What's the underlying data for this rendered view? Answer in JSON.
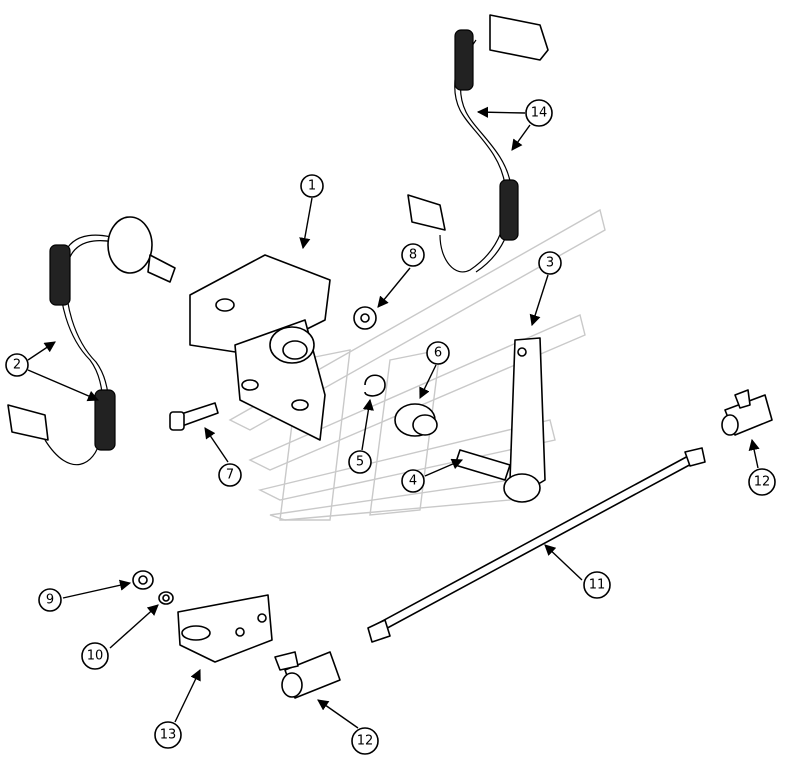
{
  "callouts": [
    {
      "id": "c1",
      "label": "1"
    },
    {
      "id": "c2",
      "label": "2"
    },
    {
      "id": "c3",
      "label": "3"
    },
    {
      "id": "c4",
      "label": "4"
    },
    {
      "id": "c5",
      "label": "5"
    },
    {
      "id": "c6",
      "label": "6"
    },
    {
      "id": "c7",
      "label": "7"
    },
    {
      "id": "c8",
      "label": "8"
    },
    {
      "id": "c9",
      "label": "9"
    },
    {
      "id": "c10",
      "label": "10"
    },
    {
      "id": "c11",
      "label": "11"
    },
    {
      "id": "c12a",
      "label": "12"
    },
    {
      "id": "c12b",
      "label": "12"
    },
    {
      "id": "c13",
      "label": "13"
    },
    {
      "id": "c14",
      "label": "14"
    }
  ]
}
